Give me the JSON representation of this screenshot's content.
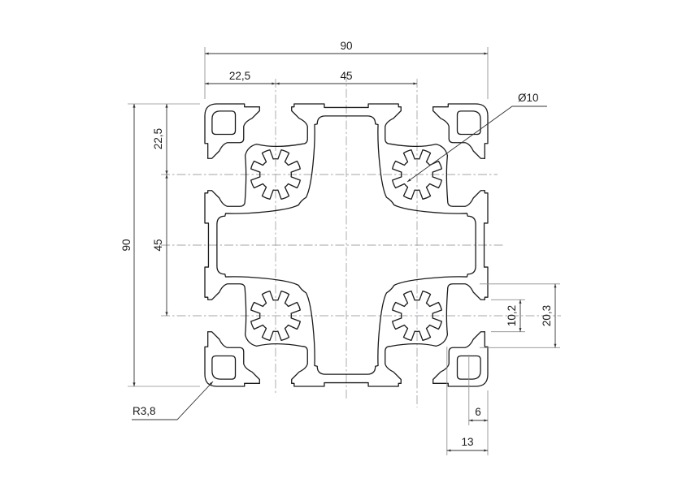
{
  "drawing": {
    "title": "aluminium-extrusion-profile-90x90-section",
    "dims": {
      "width_total": "90",
      "width_corner": "22,5",
      "width_mid": "45",
      "height_total": "90",
      "height_corner": "22,5",
      "height_mid": "45",
      "slot_opening": "10,2",
      "slot_cavity": "20,3",
      "hole_offset": "6",
      "corner_block": "13"
    },
    "callouts": {
      "bore_dia": "Ø10",
      "corner_radius": "R3,8"
    },
    "colors": {
      "outline": "#1b1b1b",
      "dim": "#333333",
      "ext": "#8d8d8d",
      "centerline": "#a2a6aa",
      "text": "#1b1b1b",
      "background": "#ffffff"
    }
  }
}
